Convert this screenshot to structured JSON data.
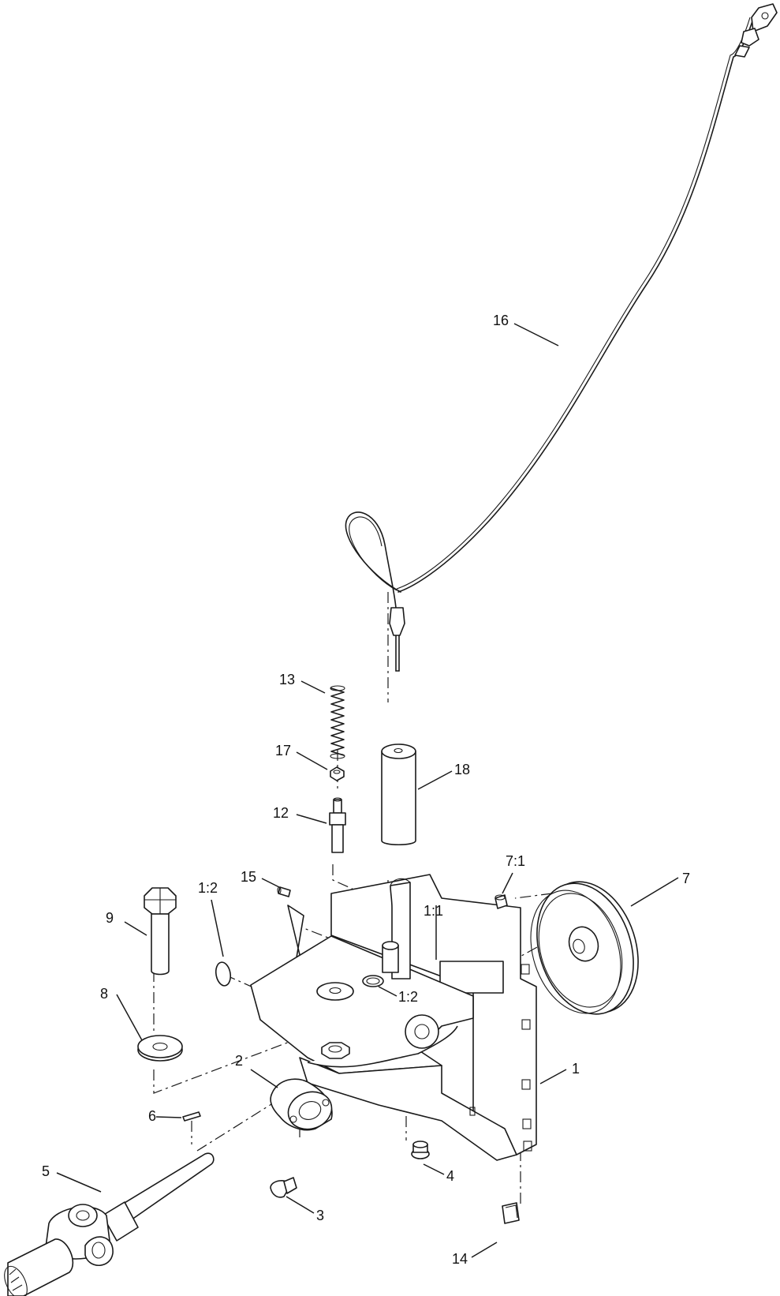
{
  "callouts": {
    "c1": "1",
    "c1_1": "1:1",
    "c1_2a": "1:2",
    "c1_2b": "1:2",
    "c2": "2",
    "c3": "3",
    "c4": "4",
    "c5": "5",
    "c6": "6",
    "c7": "7",
    "c7_1": "7:1",
    "c8": "8",
    "c9": "9",
    "c12": "12",
    "c13": "13",
    "c14": "14",
    "c15": "15",
    "c16": "16",
    "c17": "17",
    "c18": "18"
  },
  "colors": {
    "line": "#1a1a1a",
    "background": "#ffffff"
  }
}
